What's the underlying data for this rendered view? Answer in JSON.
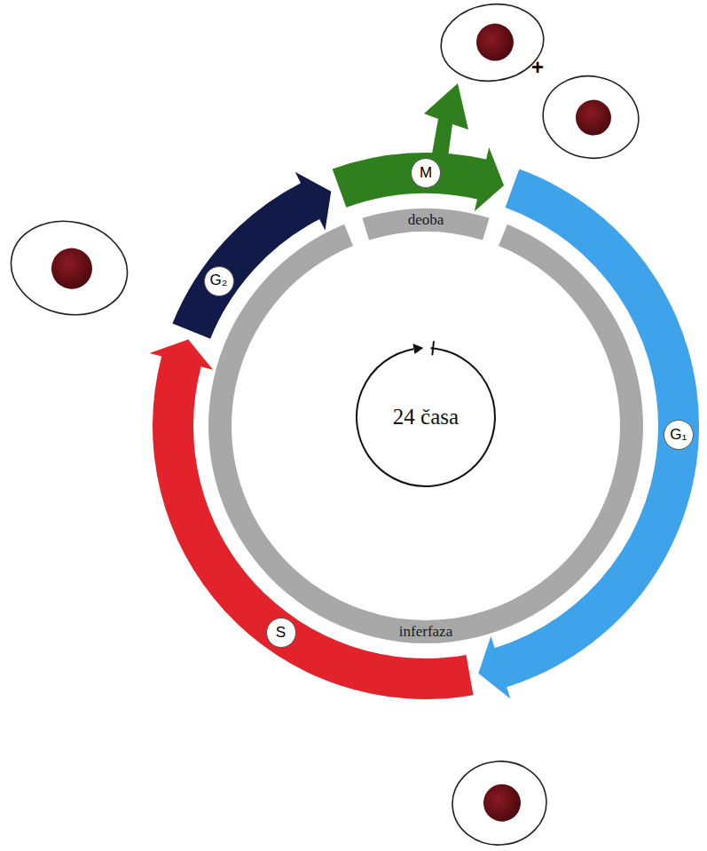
{
  "diagram": {
    "nodes": [
      {
        "text": [
          "M"
        ]
      },
      {
        "text": [
          "deoba"
        ]
      },
      {
        "text": [
          "G₂"
        ]
      },
      {
        "text": [
          "24 časa"
        ]
      },
      {
        "text": [
          "G₁"
        ]
      },
      {
        "text": [
          "S"
        ]
      },
      {
        "text": [
          "inferfaza"
        ]
      }
    ],
    "labels": [
      "+"
    ]
  }
}
